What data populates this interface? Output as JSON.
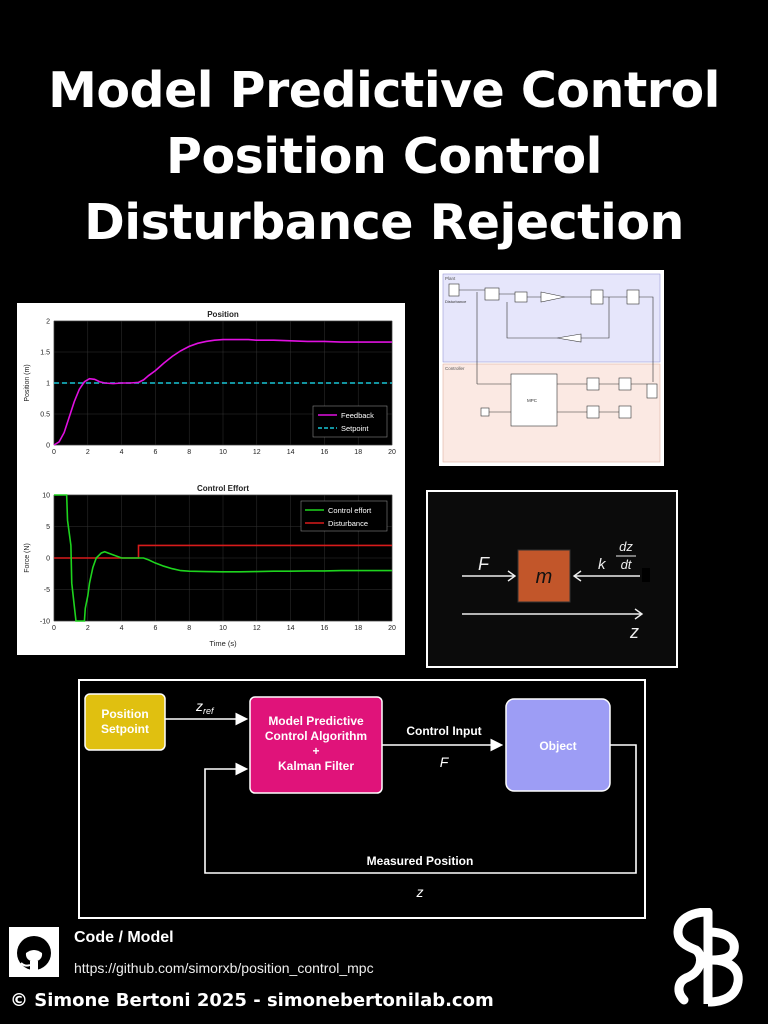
{
  "title_lines": [
    "Model Predictive Control",
    "Position Control",
    "Disturbance Rejection"
  ],
  "position_plot": {
    "title": "Position",
    "xlabel": "",
    "ylabel": "Position (m)",
    "xlim": [
      0,
      20
    ],
    "ylim": [
      0,
      2
    ],
    "xticks": [
      "0",
      "2",
      "4",
      "6",
      "8",
      "10",
      "12",
      "14",
      "16",
      "18",
      "20"
    ],
    "yticks": [
      "0",
      "0.5",
      "1",
      "1.5",
      "2"
    ],
    "legend": [
      "Feedback",
      "Setpoint"
    ],
    "colors": {
      "feedback": "#e010e0",
      "setpoint": "#19c6d6"
    }
  },
  "effort_plot": {
    "title": "Control Effort",
    "xlabel": "Time (s)",
    "ylabel": "Force (N)",
    "xlim": [
      0,
      20
    ],
    "ylim": [
      -10,
      10
    ],
    "xticks": [
      "0",
      "2",
      "4",
      "6",
      "8",
      "10",
      "12",
      "14",
      "16",
      "18",
      "20"
    ],
    "yticks": [
      "-10",
      "-5",
      "0",
      "5",
      "10"
    ],
    "legend": [
      "Control effort",
      "Disturbance"
    ],
    "colors": {
      "effort": "#1ed41e",
      "disturbance": "#d81b1b"
    }
  },
  "chart_data": [
    {
      "type": "line",
      "title": "Position",
      "ylabel": "Position (m)",
      "xlim": [
        0,
        20
      ],
      "ylim": [
        0,
        2
      ],
      "series": [
        {
          "name": "Feedback",
          "x": [
            0,
            0.3,
            0.6,
            0.9,
            1.2,
            1.5,
            1.8,
            2.1,
            2.4,
            2.7,
            3,
            3.5,
            4,
            4.5,
            5,
            5.3,
            5.6,
            6,
            6.5,
            7,
            7.5,
            8,
            8.5,
            9,
            9.5,
            10,
            10.5,
            11,
            11.5,
            12,
            13,
            14,
            15,
            16,
            17,
            18,
            19,
            20
          ],
          "y": [
            0,
            0.05,
            0.2,
            0.45,
            0.7,
            0.9,
            1.02,
            1.07,
            1.06,
            1.02,
            1.0,
            0.99,
            1.0,
            1.0,
            1.01,
            1.05,
            1.12,
            1.2,
            1.32,
            1.43,
            1.52,
            1.59,
            1.64,
            1.67,
            1.69,
            1.7,
            1.7,
            1.7,
            1.7,
            1.69,
            1.69,
            1.68,
            1.67,
            1.67,
            1.66,
            1.66,
            1.66,
            1.66
          ]
        },
        {
          "name": "Setpoint",
          "x": [
            0,
            20
          ],
          "y": [
            1,
            1
          ]
        }
      ]
    },
    {
      "type": "line",
      "title": "Control Effort",
      "xlabel": "Time (s)",
      "ylabel": "Force (N)",
      "xlim": [
        0,
        20
      ],
      "ylim": [
        -10,
        10
      ],
      "series": [
        {
          "name": "Control effort",
          "x": [
            0,
            0.75,
            0.8,
            1.0,
            1.05,
            1.3,
            1.35,
            1.8,
            1.85,
            2.0,
            2.1,
            2.3,
            2.5,
            2.8,
            3,
            3.5,
            4,
            4.5,
            5,
            5.3,
            5.6,
            6,
            6.5,
            7,
            7.5,
            8,
            9,
            10,
            11,
            12,
            13,
            14,
            15,
            16,
            17,
            18,
            19,
            20
          ],
          "y": [
            10,
            10,
            6,
            2,
            -4,
            -10,
            -10,
            -10,
            -8,
            -6,
            -4,
            -1.5,
            0,
            0.8,
            1,
            0.5,
            0,
            0,
            0,
            0,
            -0.3,
            -0.8,
            -1.3,
            -1.7,
            -2.0,
            -2.1,
            -2.15,
            -2.2,
            -2.2,
            -2.15,
            -2.1,
            -2.1,
            -2.05,
            -2.05,
            -2.0,
            -2.0,
            -2.0,
            -2.0
          ]
        },
        {
          "name": "Disturbance",
          "x": [
            0,
            5,
            5,
            20
          ],
          "y": [
            0,
            0,
            2,
            2
          ]
        }
      ]
    }
  ],
  "simulink": {
    "plant_label": "Plant",
    "controller_label": "Controller",
    "disturbance_label": "Disturbance",
    "mpc_label": "MPC"
  },
  "mass_diagram": {
    "force": "F",
    "mass": "m",
    "damping_coef": "k",
    "damping_num": "dz",
    "damping_den": "dt",
    "axis": "z",
    "mass_color": "#c2562a"
  },
  "block_diagram": {
    "setpoint_line1": "Position",
    "setpoint_line2": "Setpoint",
    "zref_main": "z",
    "zref_sub": "ref",
    "mpc_line1": "Model Predictive",
    "mpc_line2": "Control Algorithm",
    "mpc_line3": "+",
    "mpc_line4": "Kalman Filter",
    "control_input": "Control Input",
    "f_symbol": "F",
    "object": "Object",
    "measured_position": "Measured Position",
    "z_symbol": "z",
    "colors": {
      "setpoint": "#e0c010",
      "mpc": "#e0137a",
      "object": "#9d9df5"
    }
  },
  "footer": {
    "code_title": "Code / Model",
    "url": "https://github.com/simorxb/position_control_mpc",
    "copyright": "© Simone Bertoni 2025 - simonebertonilab.com"
  },
  "icons": {
    "github": "github-icon",
    "logo": "sb-logo"
  }
}
